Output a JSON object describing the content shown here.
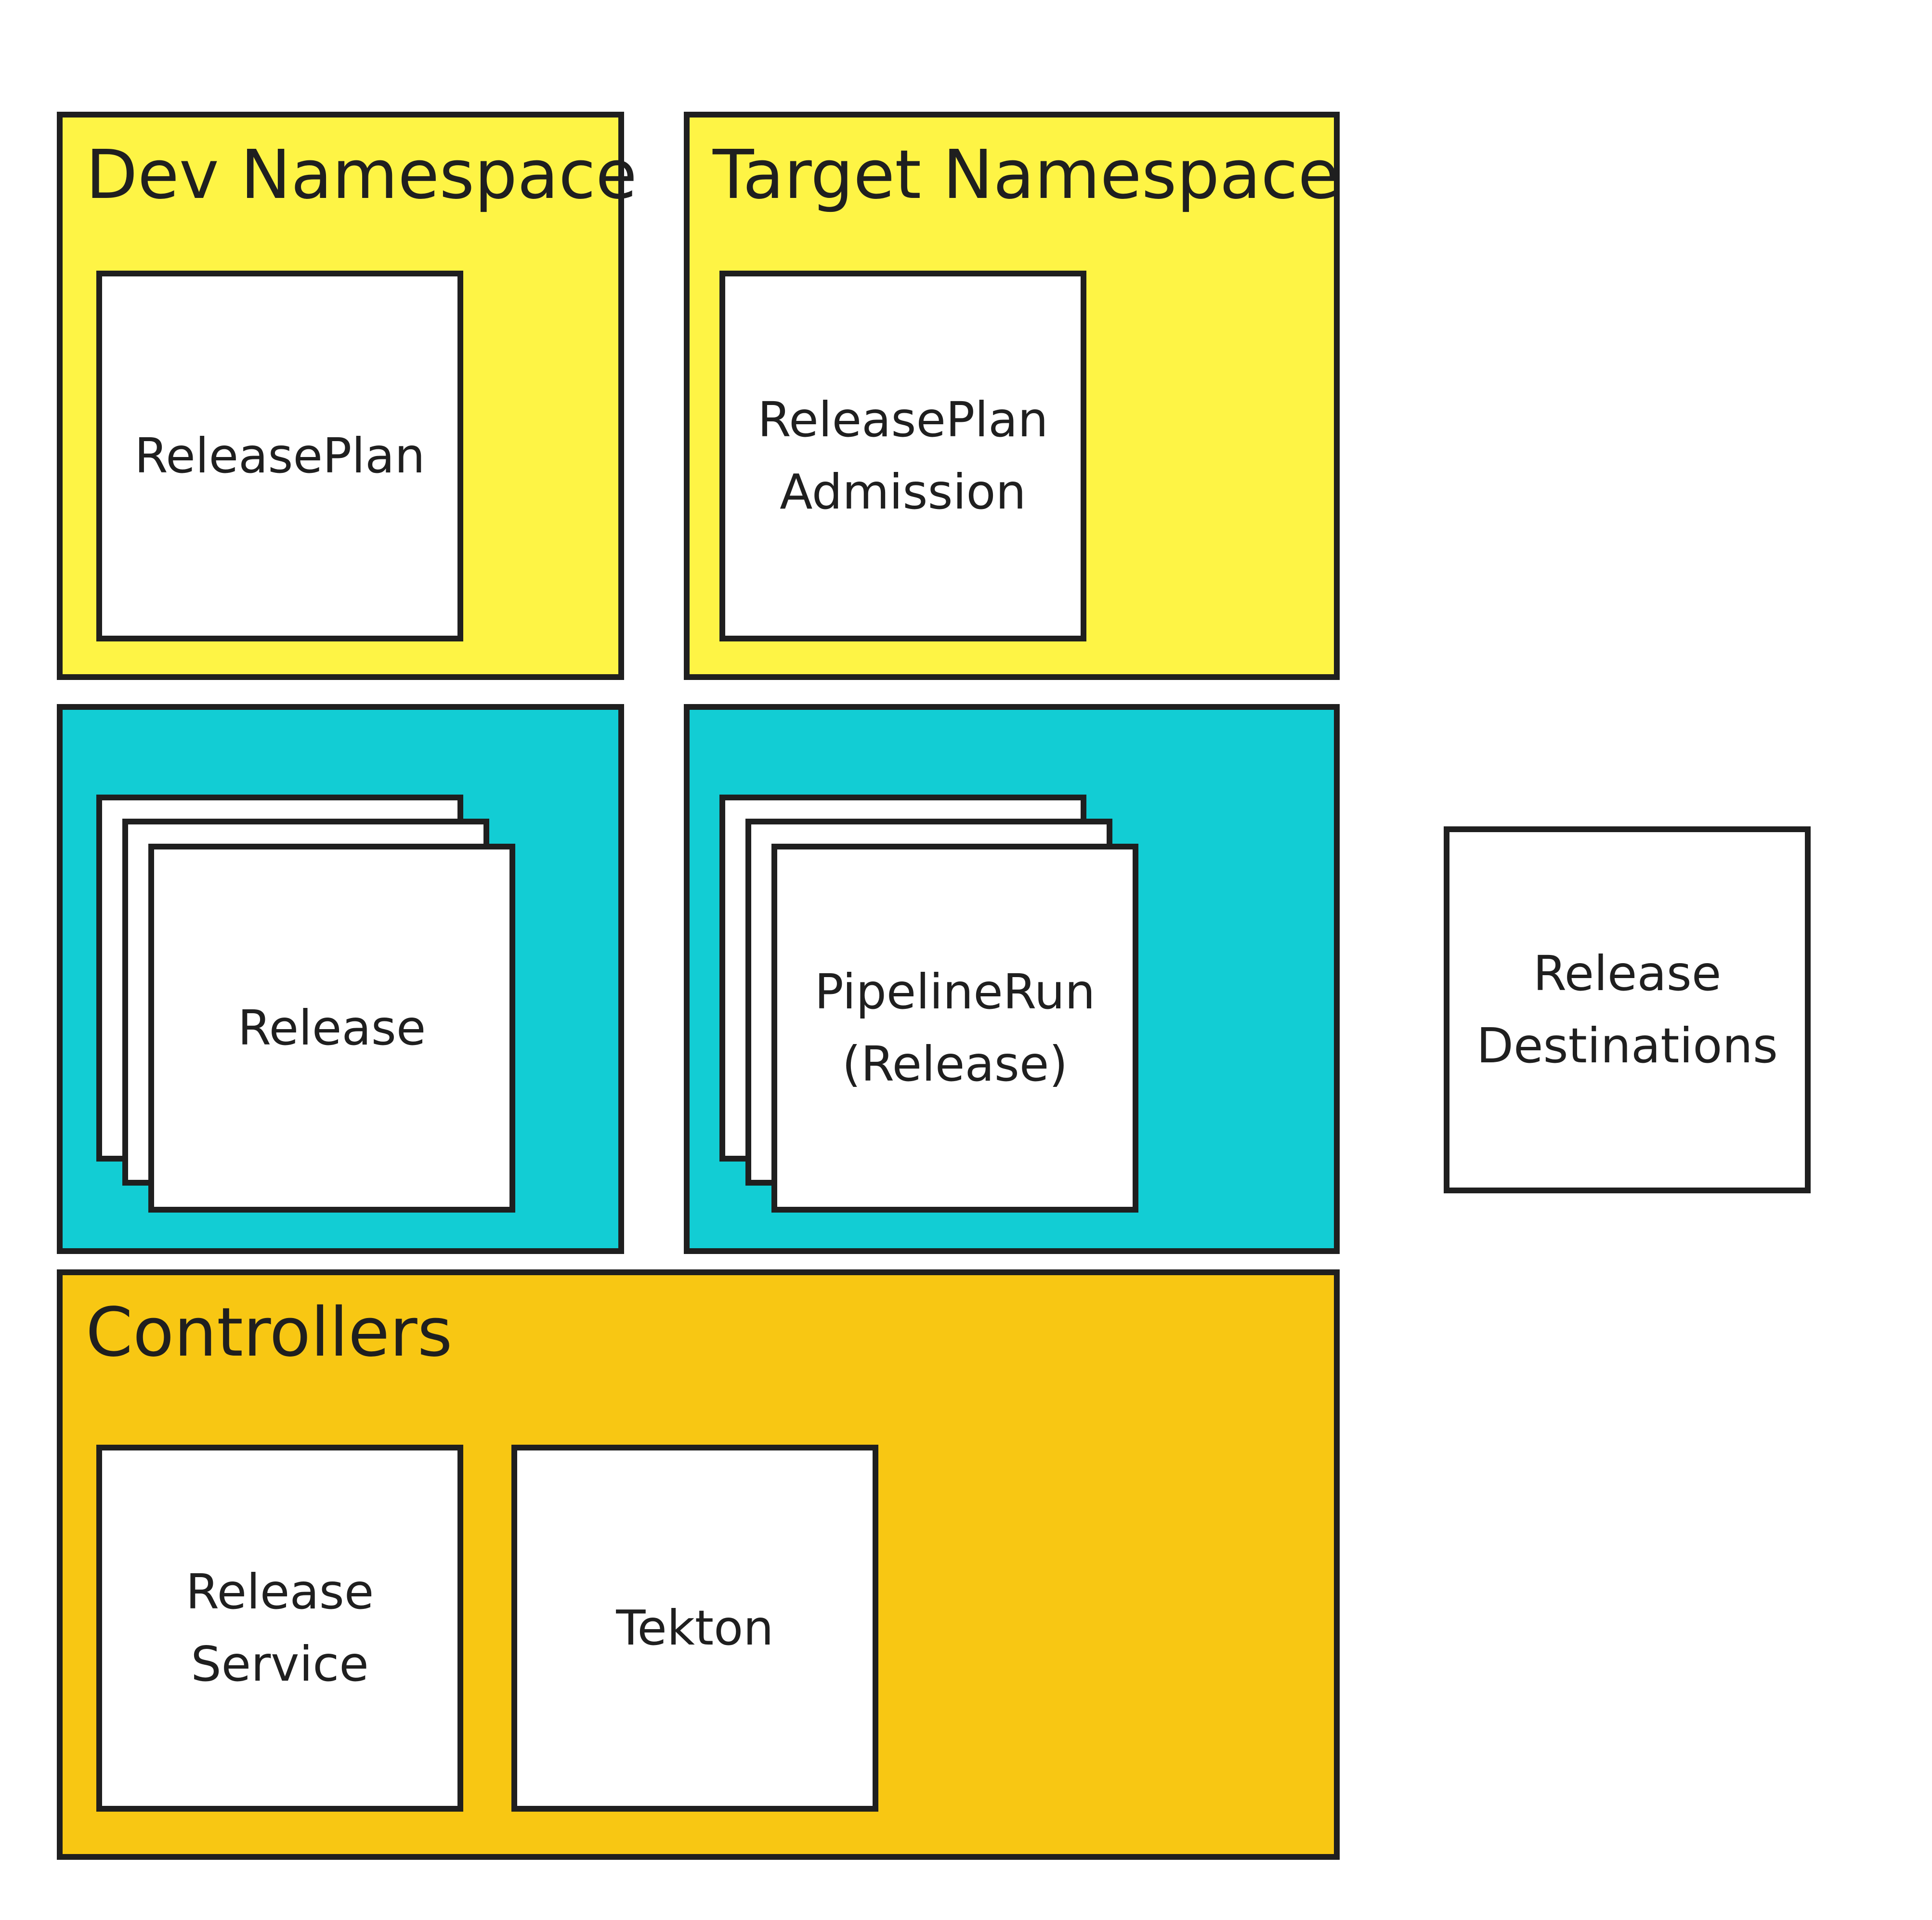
{
  "dev_namespace": {
    "title": "Dev Namespace",
    "card": "ReleasePlan"
  },
  "target_namespace": {
    "title": "Target Namespace",
    "card_line1": "ReleasePlan",
    "card_line2": "Admission"
  },
  "dev_runtime": {
    "card": "Release"
  },
  "target_runtime": {
    "card_line1": "PipelineRun",
    "card_line2": "(Release)"
  },
  "destinations": {
    "line1": "Release",
    "line2": "Destinations"
  },
  "controllers": {
    "title": "Controllers",
    "release_service_line1": "Release",
    "release_service_line2": "Service",
    "tekton": "Tekton"
  },
  "colors": {
    "namespace_fill": "#fef445",
    "runtime_fill": "#12cdd4",
    "controllers_fill": "#f8c713",
    "card_fill": "#ffffff",
    "border": "#1f1f1f"
  }
}
